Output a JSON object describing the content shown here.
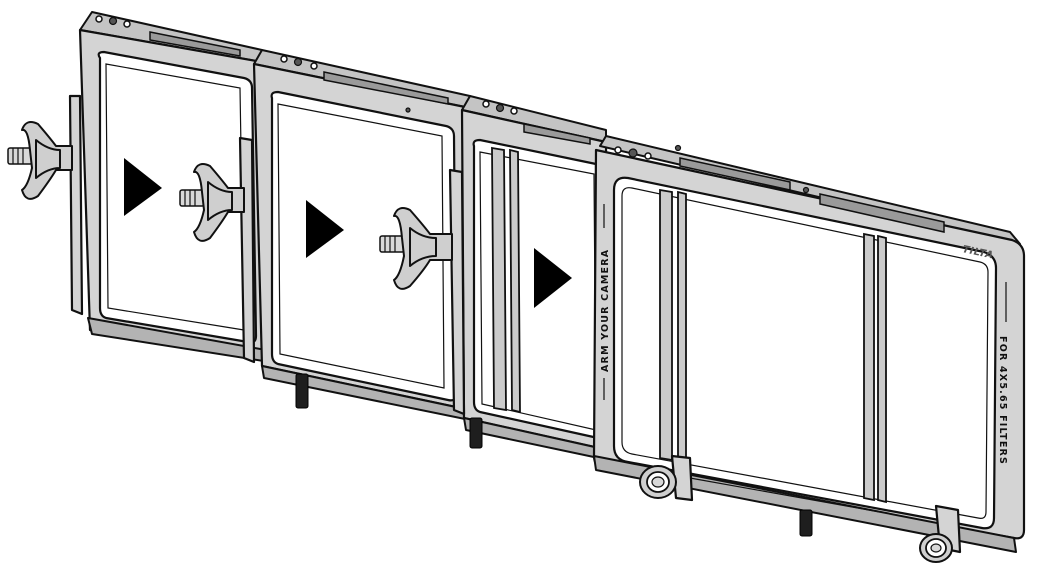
{
  "product": {
    "brand_engraving": "TILTA",
    "side_label": "ARM YOUR CAMERA",
    "front_label": "FOR 4X5.65 FILTERS"
  },
  "illustration": {
    "frame_count": 4,
    "adjustable_knob_count": 3,
    "direction_arrow_count": 3,
    "colors": {
      "metal": "#d4d4d4",
      "outline": "#111111",
      "arrow": "#000000"
    }
  }
}
